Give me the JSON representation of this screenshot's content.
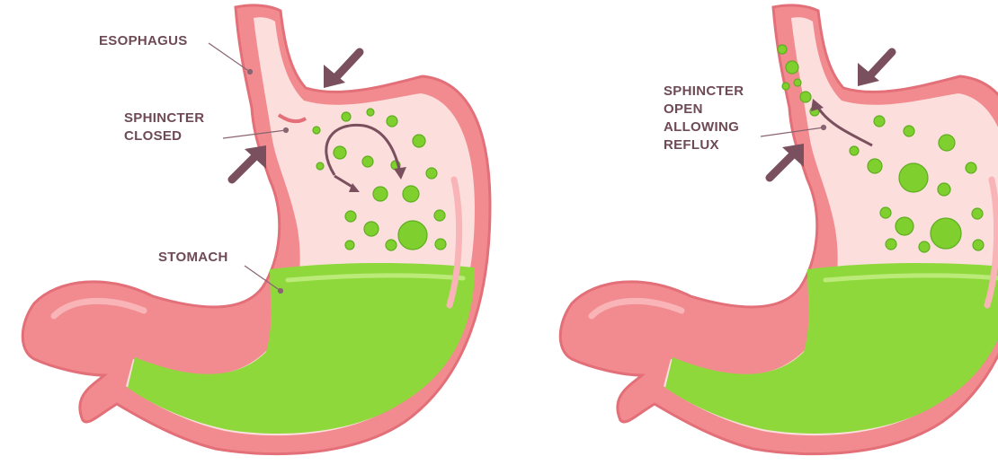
{
  "left_diagram": {
    "esophagus_label": "ESOPHAGUS",
    "sphincter_label": "SPHINCTER\nCLOSED",
    "stomach_label": "STOMACH"
  },
  "right_diagram": {
    "sphincter_label": "SPHINCTER\nOPEN\nALLOWING\nREFLUX"
  },
  "colors": {
    "stomach_wall": "#f28b8f",
    "stomach_inner": "#fcdedd",
    "acid": "#8fd83c",
    "bubble": "#7fcf2f",
    "arrow": "#7a4f5e",
    "label_text": "#6e4a55"
  }
}
